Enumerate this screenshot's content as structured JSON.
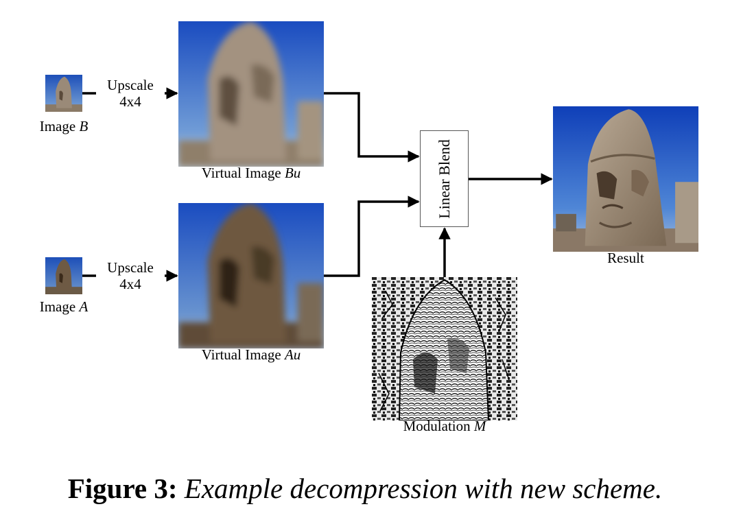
{
  "nodes": {
    "image_b": {
      "prefix": "Image ",
      "var": "B"
    },
    "image_a": {
      "prefix": "Image ",
      "var": "A"
    },
    "upscale_b": {
      "line1": "Upscale",
      "line2": "4x4"
    },
    "upscale_a": {
      "line1": "Upscale",
      "line2": "4x4"
    },
    "virtual_b": {
      "prefix": "Virtual Image ",
      "var": "Bu"
    },
    "virtual_a": {
      "prefix": "Virtual Image ",
      "var": "Au"
    },
    "blend": {
      "label": "Linear Blend"
    },
    "modulation": {
      "prefix": "Modulation ",
      "var": "M"
    },
    "result": {
      "label": "Result"
    }
  },
  "caption": {
    "figure": "Figure 3:",
    "text": " Example decompression with new scheme."
  },
  "colors": {
    "sky": "#2a63c8",
    "sky_light": "#7fa8d8",
    "stone": "#9a8a78",
    "stone_dark": "#5a4a3a",
    "arrow": "#000000"
  }
}
